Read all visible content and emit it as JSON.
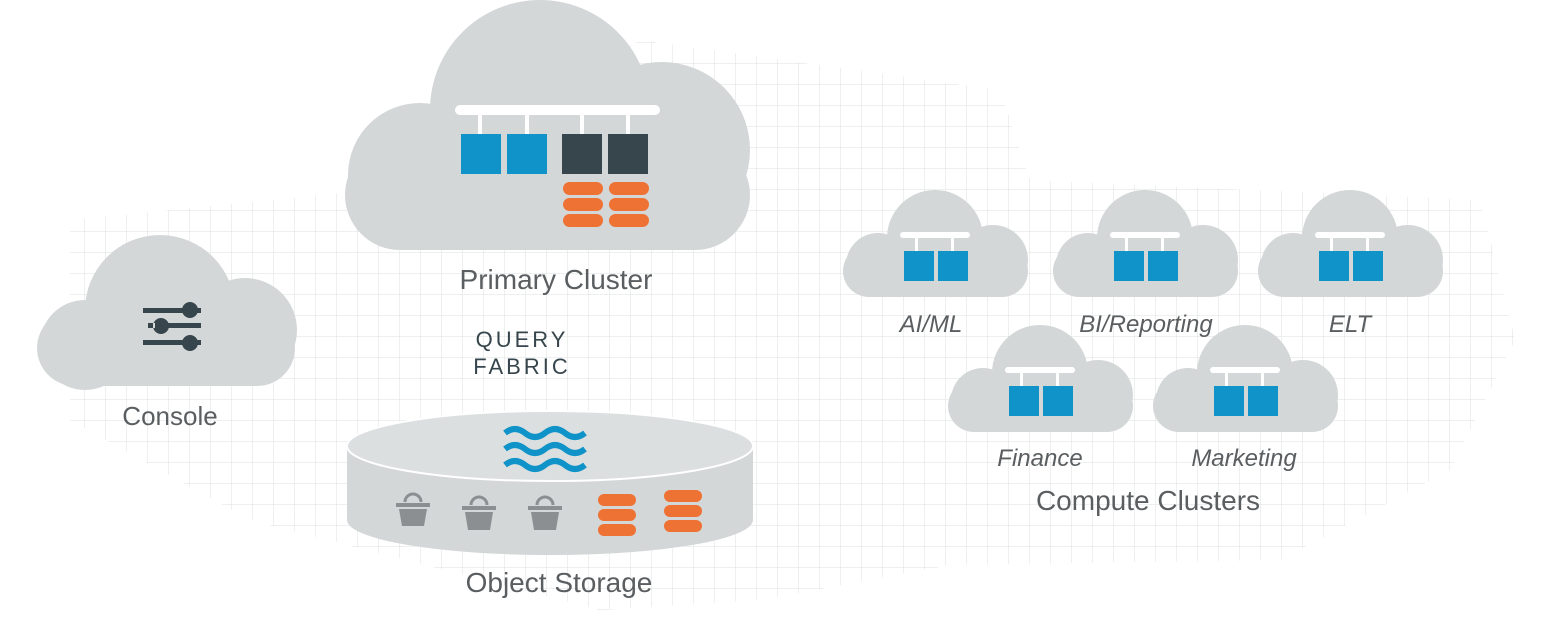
{
  "labels": {
    "primary_cluster": "Primary Cluster",
    "query_line1": "QUERY",
    "query_line2": "FABRIC",
    "console": "Console",
    "object_storage": "Object Storage",
    "compute_clusters": "Compute Clusters"
  },
  "compute_clusters": [
    {
      "name": "AI/ML"
    },
    {
      "name": "BI/Reporting"
    },
    {
      "name": "ELT"
    },
    {
      "name": "Finance"
    },
    {
      "name": "Marketing"
    }
  ],
  "colors": {
    "cloud": "#d4d7d8",
    "grid": "#d9dcdd",
    "blue_node": "#0f93c8",
    "dark_node": "#37454c",
    "orange_db": "#ee7233",
    "gray_bucket": "#8c8f91",
    "label_text": "#5a5e60"
  },
  "icons": [
    "sliders-icon",
    "water-waves-icon",
    "bucket-icon",
    "database-icon",
    "server-node-icon"
  ]
}
